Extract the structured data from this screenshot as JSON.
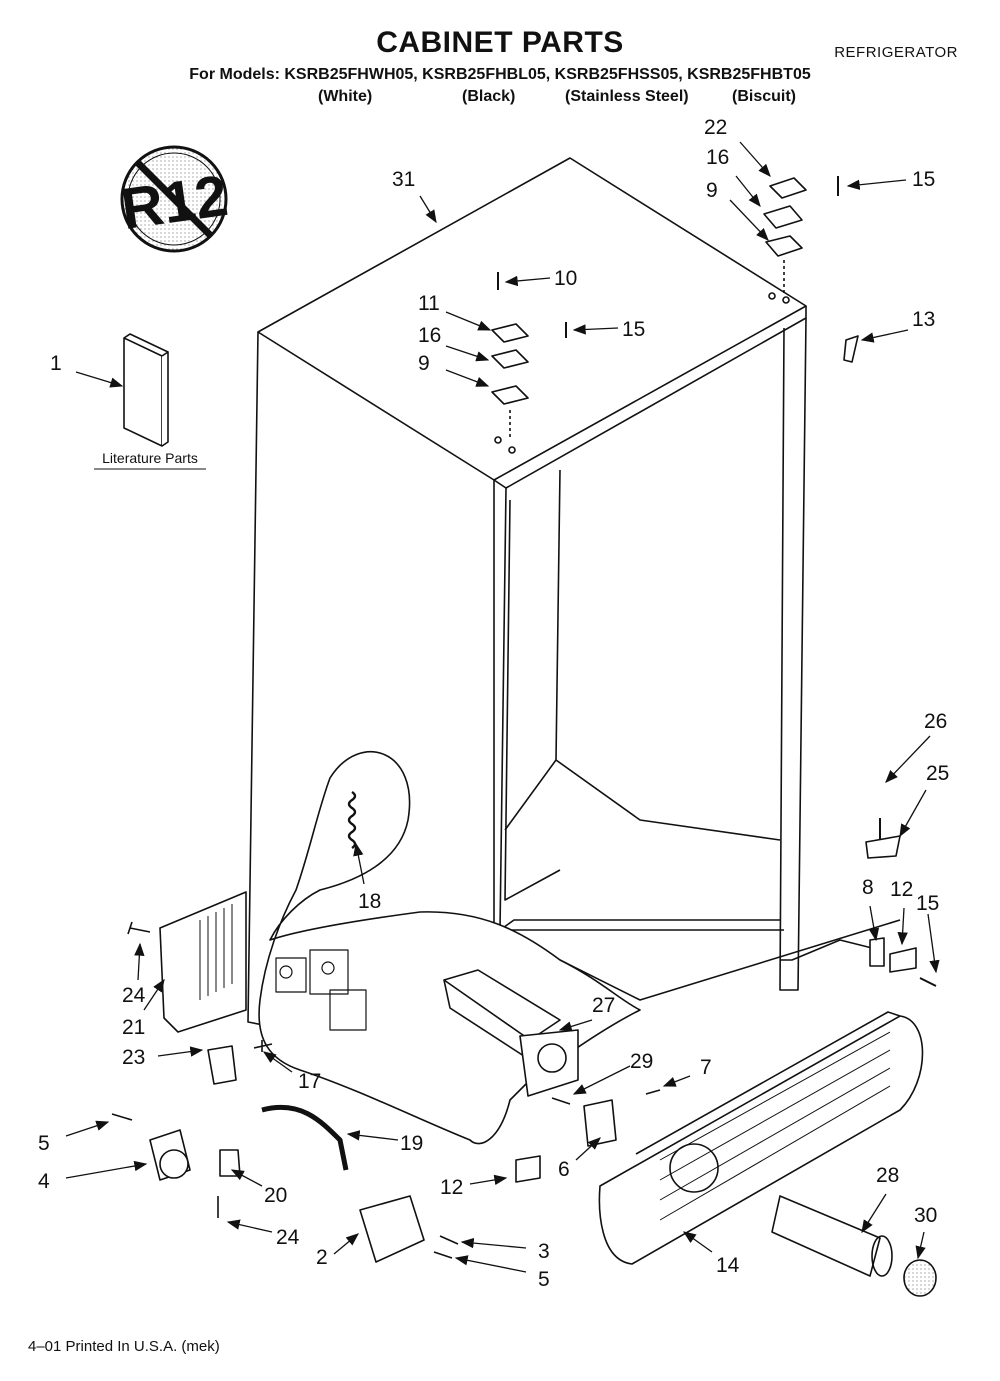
{
  "header": {
    "title": "CABINET PARTS",
    "category": "REFRIGERATOR",
    "models_line": "For Models: KSRB25FHWH05, KSRB25FHBL05, KSRB25FHSS05, KSRB25FHBT05",
    "variants": [
      "(White)",
      "(Black)",
      "(Stainless Steel)",
      "(Biscuit)"
    ]
  },
  "badge": {
    "text": "R12"
  },
  "literature_label": "Literature Parts",
  "callouts": {
    "c1": "1",
    "c2": "2",
    "c3": "3",
    "c4": "4",
    "c5a": "5",
    "c5b": "5",
    "c6": "6",
    "c7": "7",
    "c8": "8",
    "c9a": "9",
    "c9b": "9",
    "c10": "10",
    "c11": "11",
    "c12a": "12",
    "c12b": "12",
    "c13": "13",
    "c14": "14",
    "c15a": "15",
    "c15b": "15",
    "c15c": "15",
    "c16a": "16",
    "c16b": "16",
    "c17": "17",
    "c18": "18",
    "c19": "19",
    "c20": "20",
    "c21": "21",
    "c22": "22",
    "c23": "23",
    "c24a": "24",
    "c24b": "24",
    "c25": "25",
    "c26": "26",
    "c27": "27",
    "c28": "28",
    "c29": "29",
    "c30": "30",
    "c31": "31"
  },
  "footer": "4–01 Printed In U.S.A. (mek)"
}
